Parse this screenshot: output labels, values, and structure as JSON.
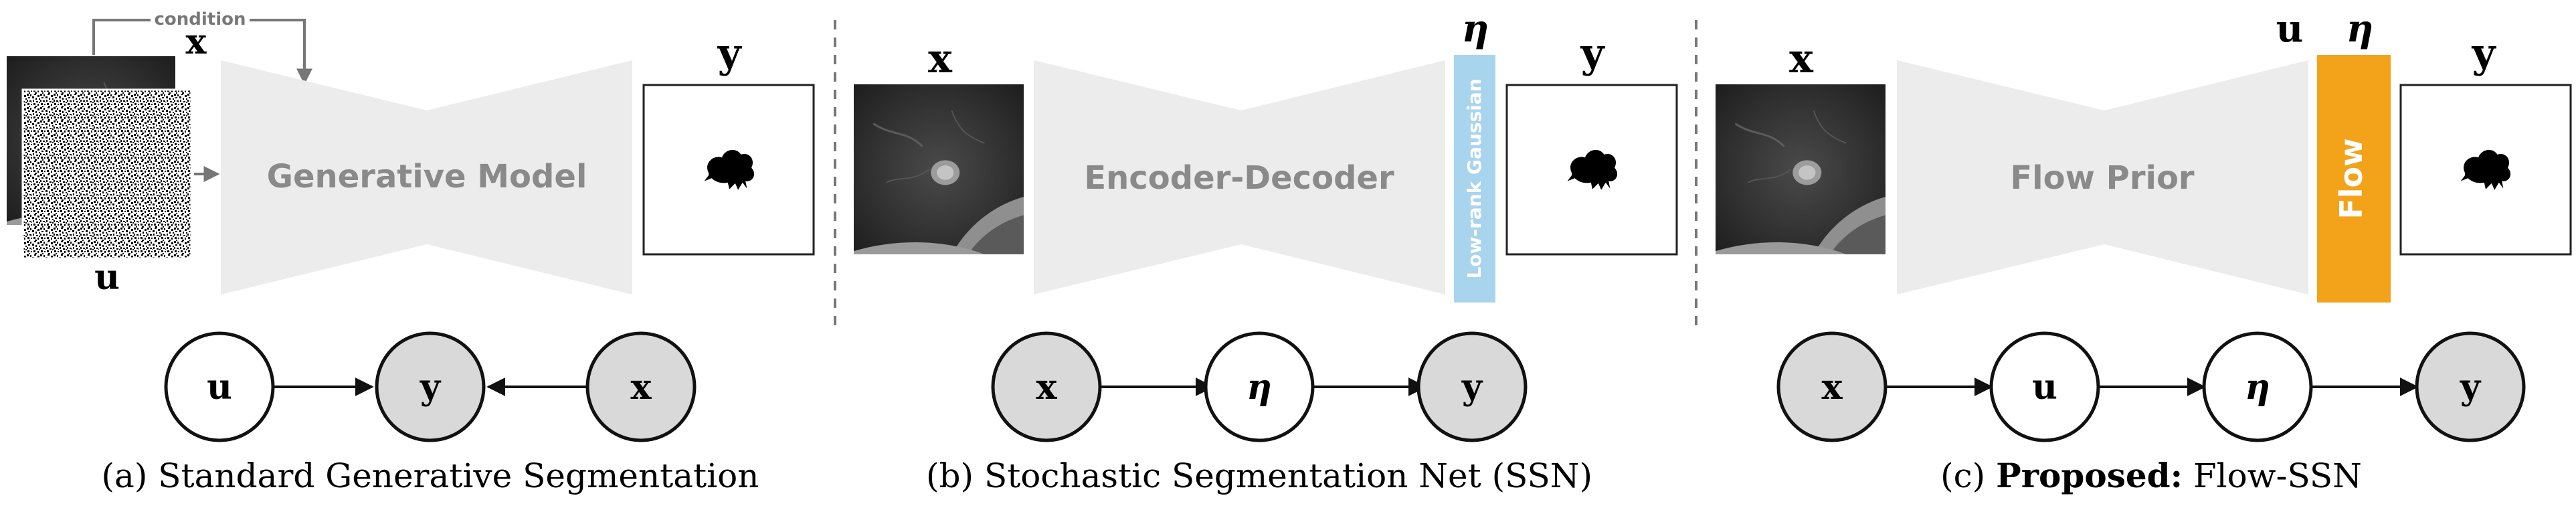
{
  "panels": [
    {
      "id": "a",
      "box_label": "Generative Model",
      "input_label": "x",
      "noise_label": "u",
      "output_label": "y",
      "condition_label": "condition",
      "caption_prefix": "(a)",
      "caption_bold": "",
      "caption_text": "Standard Generative Segmentation",
      "nodes": [
        {
          "label": "u",
          "shaded": false
        },
        {
          "label": "y",
          "shaded": true
        },
        {
          "label": "x",
          "shaded": true
        }
      ]
    },
    {
      "id": "b",
      "box_label": "Encoder-Decoder",
      "input_label": "x",
      "head_label": "η",
      "head_block_label": "Low-rank Gaussian",
      "output_label": "y",
      "caption_prefix": "(b)",
      "caption_bold": "",
      "caption_text": "Stochastic Segmentation Net (SSN)",
      "nodes": [
        {
          "label": "x",
          "shaded": true
        },
        {
          "label": "η",
          "shaded": false
        },
        {
          "label": "y",
          "shaded": true
        }
      ]
    },
    {
      "id": "c",
      "box_label": "Flow Prior",
      "input_label": "x",
      "noise_label": "u",
      "head_label": "η",
      "head_block_label": "Flow",
      "output_label": "y",
      "caption_prefix": "(c)",
      "caption_bold": "Proposed:",
      "caption_text": "Flow-SSN",
      "nodes": [
        {
          "label": "x",
          "shaded": true
        },
        {
          "label": "u",
          "shaded": false
        },
        {
          "label": "η",
          "shaded": false
        },
        {
          "label": "y",
          "shaded": true
        }
      ]
    }
  ],
  "colors": {
    "trapezoid": "#ececec",
    "trapezoid_text": "#8a8a8a",
    "low_rank_gaussian": "#a8d4ee",
    "flow": "#f2a31a",
    "node_shaded": "#d9d9d9",
    "node_plain": "#ffffff",
    "divider": "#777777"
  }
}
